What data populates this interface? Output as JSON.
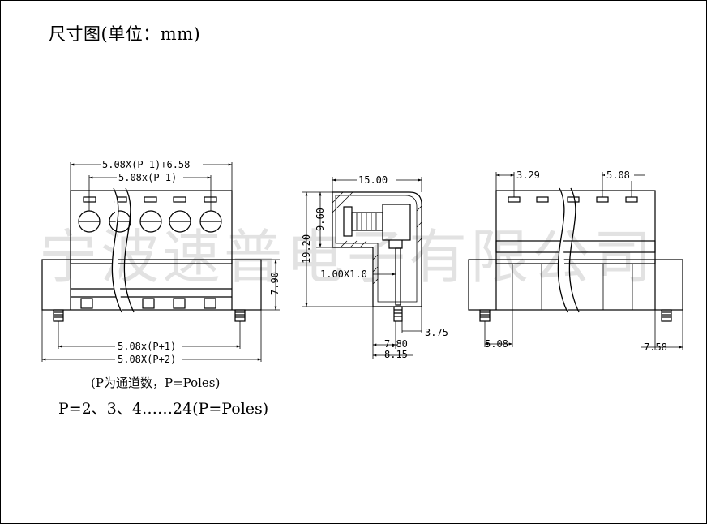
{
  "title": "尺寸图(单位：mm)",
  "notes": {
    "poles_explain": "(P为通道数，P=Poles)",
    "poles_range": "P=2、3、4……24(P=Poles)"
  },
  "watermark": "宁波速普电子有限公司",
  "front_view": {
    "dim_top_outer": "5.08X(P-1)+6.58",
    "dim_top_inner": "5.08x(P-1)",
    "dim_height": "7.90",
    "dim_bottom_inner": "5.08x(P+1)",
    "dim_bottom_outer": "5.08X(P+2)"
  },
  "side_view": {
    "dim_width": "15.00",
    "dim_total_height": "19.20",
    "dim_upper_height": "9.60",
    "dim_pin": "1.00X1.0",
    "dim_375": "3.75",
    "dim_780": "7.80",
    "dim_815": "8.15"
  },
  "rear_view": {
    "dim_329": "3.29",
    "dim_508_top": "5.08",
    "dim_508_bottom": "5.08",
    "dim_758": "7.58"
  }
}
